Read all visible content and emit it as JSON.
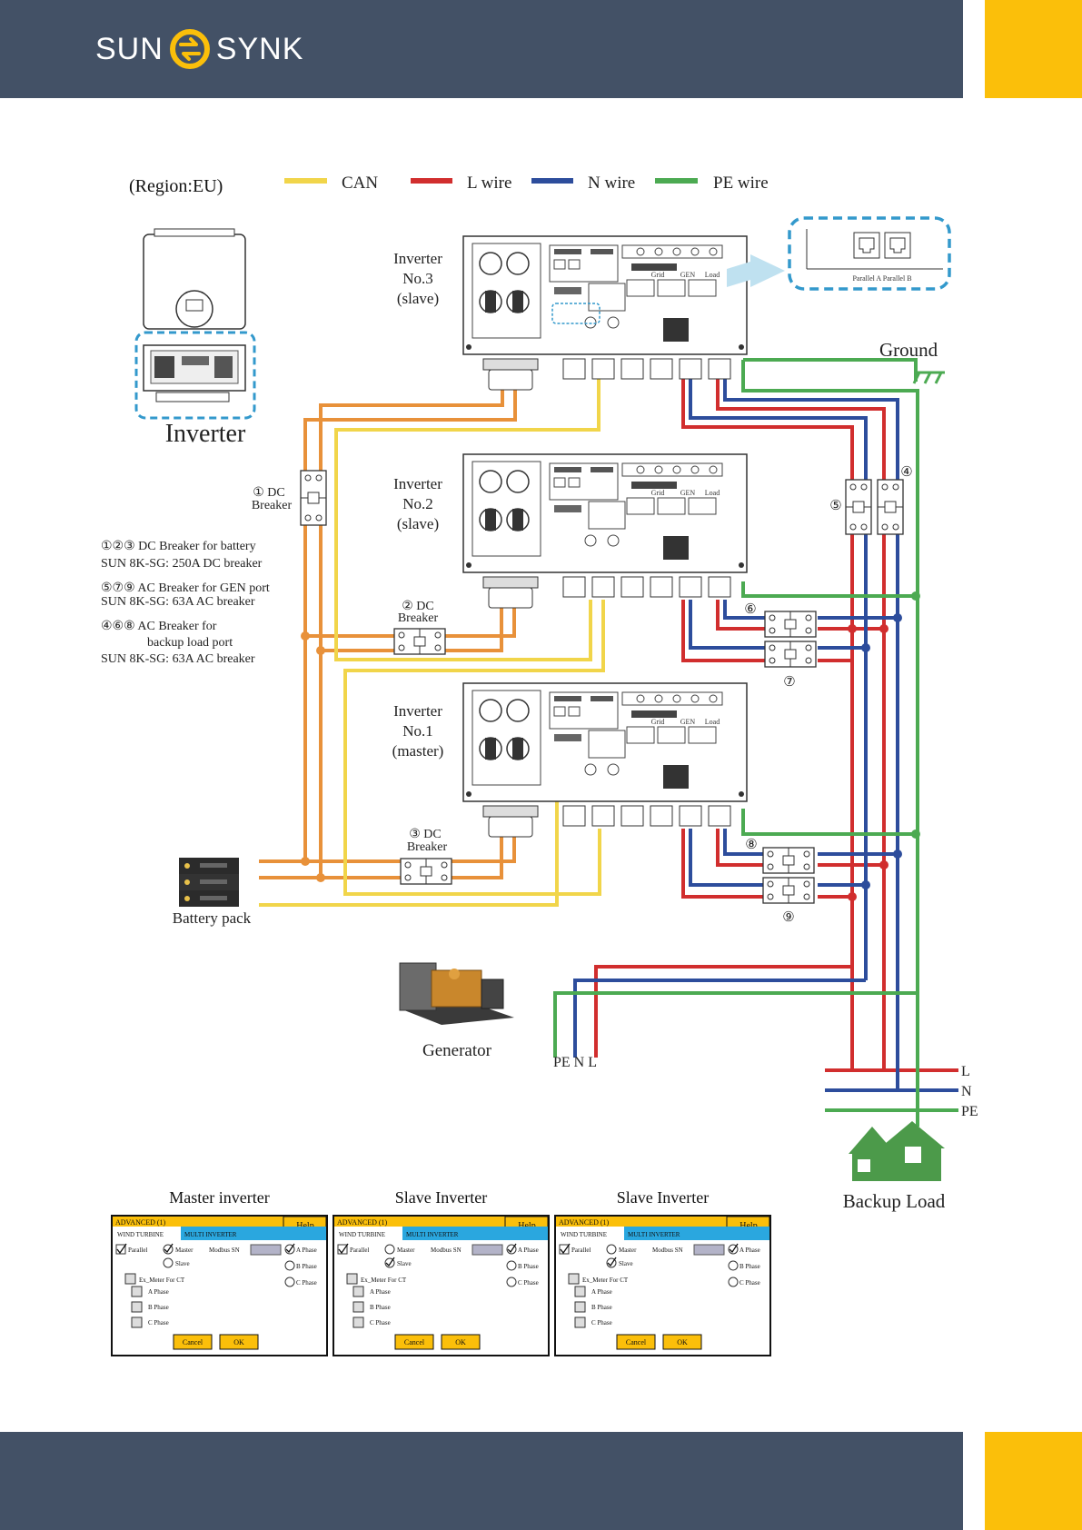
{
  "brand": {
    "left": "SUN",
    "right": "SYNK",
    "colors": {
      "header": "#435166",
      "accent": "#fbbf0a"
    }
  },
  "region": "(Region:EU)",
  "legend": [
    {
      "label": "CAN",
      "color": "#f1d54a"
    },
    {
      "label": "L wire",
      "color": "#d12e2e"
    },
    {
      "label": "N wire",
      "color": "#2d4d9c"
    },
    {
      "label": "PE wire",
      "color": "#4caa52"
    }
  ],
  "inverters": [
    {
      "line1": "Inverter",
      "line2": "No.3",
      "line3": "(slave)"
    },
    {
      "line1": "Inverter",
      "line2": "No.2",
      "line3": "(slave)"
    },
    {
      "line1": "Inverter",
      "line2": "No.1",
      "line3": "(master)"
    }
  ],
  "inverter_caption": "Inverter",
  "port_labels": {
    "grid": "Grid",
    "gen": "GEN",
    "load": "Load"
  },
  "parallel_ports": "Parallel A Parallel B",
  "ground": "Ground",
  "breakers": {
    "dc1": {
      "line1": "① DC",
      "line2": "Breaker"
    },
    "dc2": {
      "line1": "② DC",
      "line2": "Breaker"
    },
    "dc3": {
      "line1": "③ DC",
      "line2": "Breaker"
    },
    "n4": "④",
    "n5": "⑤",
    "n6": "⑥",
    "n7": "⑦",
    "n8": "⑧",
    "n9": "⑨"
  },
  "notes": [
    "①②③ DC Breaker for battery",
    "SUN 8K-SG: 250A DC breaker",
    "⑤⑦⑨ AC Breaker for GEN port",
    "SUN 8K-SG: 63A AC breaker",
    "④⑥⑧ AC Breaker for",
    "backup load port",
    "SUN 8K-SG: 63A AC breaker"
  ],
  "battery_label": "Battery pack",
  "generator_label": "Generator",
  "gen_terminals": "PE N  L",
  "load_terminals": {
    "l": "L",
    "n": "N",
    "pe": "PE"
  },
  "backup_label": "Backup Load",
  "panels": [
    {
      "title": "Master inverter",
      "header": "ADVANCED (1)",
      "help": "Help",
      "tabs": [
        "WIND TURBINE",
        "MULTI INVERTER"
      ],
      "parallel": "Parallel",
      "master": "Master",
      "slave": "Slave",
      "modbus": "Modbus SN",
      "phases": [
        "A Phase",
        "B Phase",
        "C Phase"
      ],
      "ex_meter": "Ex_Meter For CT",
      "ct_phases": [
        "A Phase",
        "B Phase",
        "C Phase"
      ],
      "cancel": "Cancel",
      "ok": "OK",
      "role": "master"
    },
    {
      "title": "Slave Inverter",
      "header": "ADVANCED (1)",
      "help": "Help",
      "tabs": [
        "WIND TURBINE",
        "MULTI INVERTER"
      ],
      "parallel": "Parallel",
      "master": "Master",
      "slave": "Slave",
      "modbus": "Modbus SN",
      "phases": [
        "A Phase",
        "B Phase",
        "C Phase"
      ],
      "ex_meter": "Ex_Meter For CT",
      "ct_phases": [
        "A Phase",
        "B Phase",
        "C Phase"
      ],
      "cancel": "Cancel",
      "ok": "OK",
      "role": "slave"
    },
    {
      "title": "Slave Inverter",
      "header": "ADVANCED (1)",
      "help": "Help",
      "tabs": [
        "WIND TURBINE",
        "MULTI INVERTER"
      ],
      "parallel": "Parallel",
      "master": "Master",
      "slave": "Slave",
      "modbus": "Modbus SN",
      "phases": [
        "A Phase",
        "B Phase",
        "C Phase"
      ],
      "ex_meter": "Ex_Meter For CT",
      "ct_phases": [
        "A Phase",
        "B Phase",
        "C Phase"
      ],
      "cancel": "Cancel",
      "ok": "OK",
      "role": "slave"
    }
  ]
}
